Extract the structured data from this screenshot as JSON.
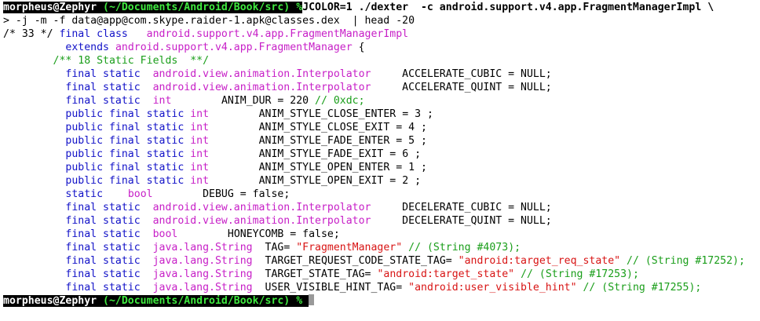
{
  "prompt": {
    "user_host": "morpheus@Zephyr",
    "cwd": "(~/Documents/Android/Book/src)",
    "symbol": "%"
  },
  "command": {
    "part1": "JCOLOR=1 ./dexter  -c android.support.v4.app.FragmentManagerImpl \\",
    "part2": "> -j -m -f data@app@com.skype.raider-1.apk@classes.dex  | head -20"
  },
  "class_decl": {
    "comment": "/* 33 */",
    "modifiers": "final class",
    "name": "android.support.v4.app.FragmentManagerImpl",
    "extends_kw": "extends",
    "extends_name": "android.support.v4.app.FragmentManager",
    "brace": "{",
    "static_comment": "/** 18 Static Fields  **/"
  },
  "fields": [
    {
      "mod": "final static",
      "type": "android.view.animation.Interpolator",
      "decl": "ACCELERATE_CUBIC = NULL;"
    },
    {
      "mod": "final static",
      "type": "android.view.animation.Interpolator",
      "decl": "ACCELERATE_QUINT = NULL;"
    },
    {
      "mod": "final static",
      "type": "int",
      "decl": "ANIM_DUR = 220",
      "comment": "// 0xdc;"
    },
    {
      "mod": "public final static",
      "type": "int",
      "decl": "ANIM_STYLE_CLOSE_ENTER = 3 ;"
    },
    {
      "mod": "public final static",
      "type": "int",
      "decl": "ANIM_STYLE_CLOSE_EXIT = 4 ;"
    },
    {
      "mod": "public final static",
      "type": "int",
      "decl": "ANIM_STYLE_FADE_ENTER = 5 ;"
    },
    {
      "mod": "public final static",
      "type": "int",
      "decl": "ANIM_STYLE_FADE_EXIT = 6 ;"
    },
    {
      "mod": "public final static",
      "type": "int",
      "decl": "ANIM_STYLE_OPEN_ENTER = 1 ;"
    },
    {
      "mod": "public final static",
      "type": "int",
      "decl": "ANIM_STYLE_OPEN_EXIT = 2 ;"
    },
    {
      "mod": "static",
      "type": "bool",
      "decl": "DEBUG = false;"
    },
    {
      "mod": "final static",
      "type": "android.view.animation.Interpolator",
      "decl": "DECELERATE_CUBIC = NULL;"
    },
    {
      "mod": "final static",
      "type": "android.view.animation.Interpolator",
      "decl": "DECELERATE_QUINT = NULL;"
    },
    {
      "mod": "final static",
      "type": "bool",
      "decl": "HONEYCOMB = false;"
    },
    {
      "mod": "final static",
      "type": "java.lang.String",
      "decl": "TAG= ",
      "str": "\"FragmentManager\"",
      "comment": "// (String #4073);"
    },
    {
      "mod": "final static",
      "type": "java.lang.String",
      "decl": "TARGET_REQUEST_CODE_STATE_TAG= ",
      "str": "\"android:target_req_state\"",
      "comment": "// (String #17252);"
    },
    {
      "mod": "final static",
      "type": "java.lang.String",
      "decl": "TARGET_STATE_TAG= ",
      "str": "\"android:target_state\"",
      "comment": "// (String #17253);"
    },
    {
      "mod": "final static",
      "type": "java.lang.String",
      "decl": "USER_VISIBLE_HINT_TAG= ",
      "str": "\"android:user_visible_hint\"",
      "comment": "// (String #17255);"
    }
  ],
  "colors": {
    "keyword": "#1212c8",
    "type": "#c71fc7",
    "string": "#d81414",
    "comment": "#1a9e1a",
    "prompt_path": "#3fe83f",
    "prompt_bg": "#000000"
  }
}
